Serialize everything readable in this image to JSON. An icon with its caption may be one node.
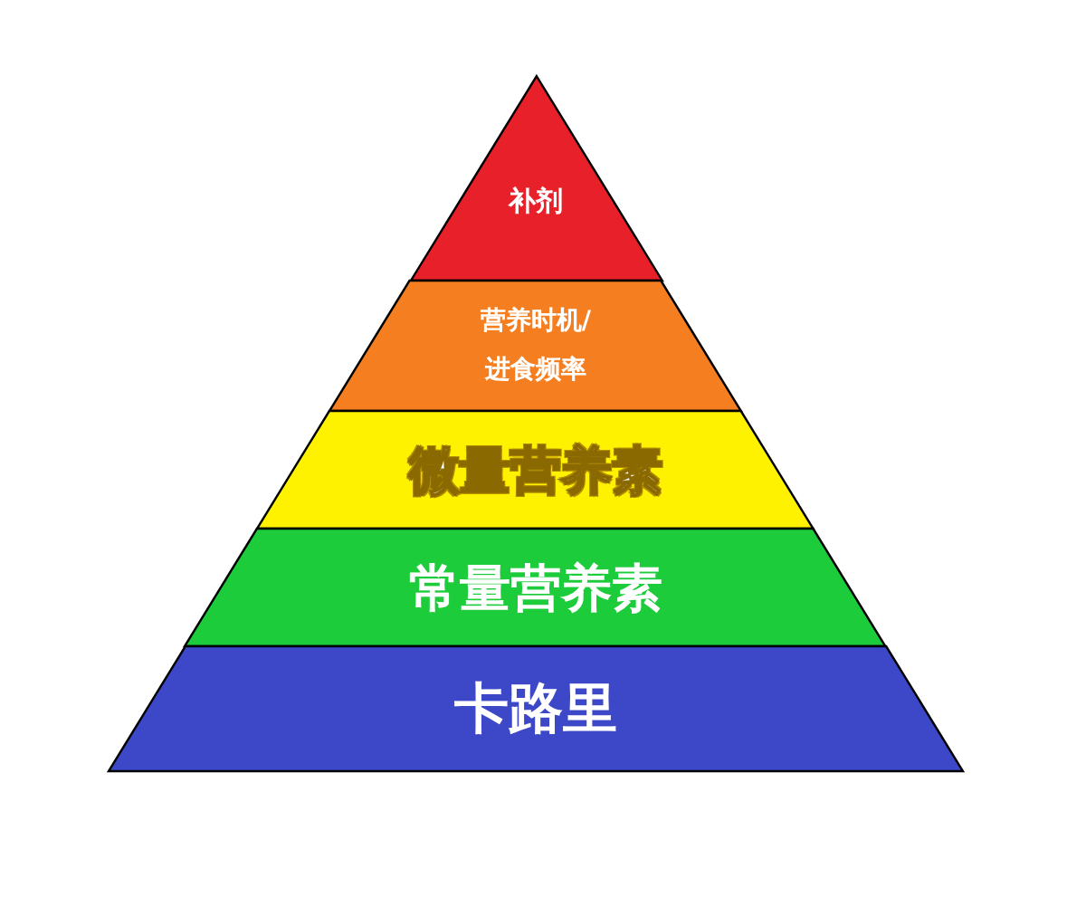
{
  "diagram": {
    "nodes": [
      {
        "text": [
          "补剂"
        ]
      },
      {
        "text": [
          "营养时机/进食频率"
        ]
      },
      {
        "text": [
          "微量营养素"
        ]
      },
      {
        "text": [
          "常量营养素"
        ]
      },
      {
        "text": [
          "卡路里"
        ]
      }
    ]
  }
}
